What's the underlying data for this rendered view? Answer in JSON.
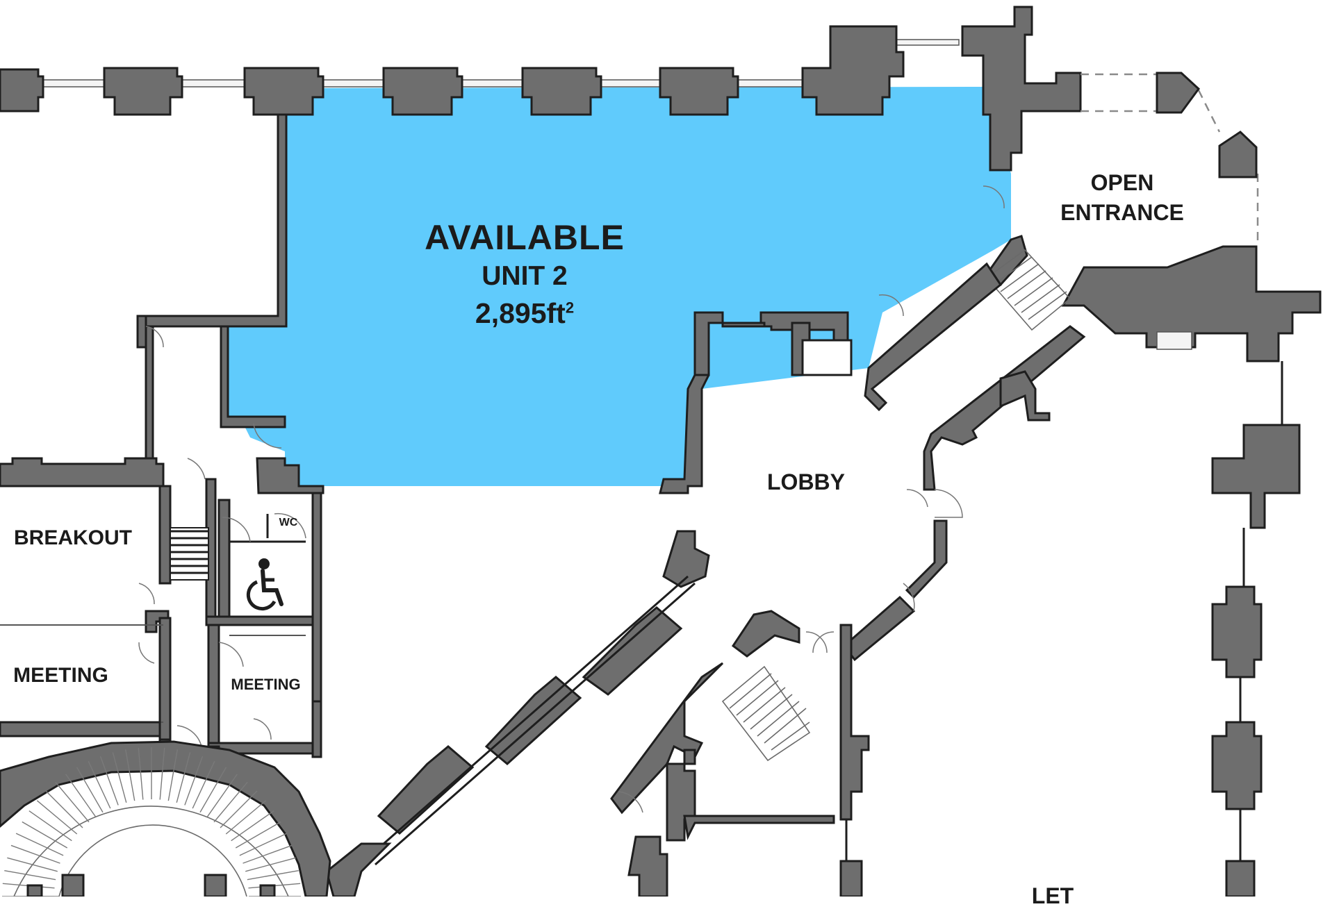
{
  "colors": {
    "available": "#60cbfc",
    "wall": "#6e6e6e",
    "outline": "#1e1e1e"
  },
  "unit": {
    "status": "AVAILABLE",
    "name": "UNIT 2",
    "area": "2,895ft",
    "area_unit_sup": "2"
  },
  "rooms": {
    "open_entrance_1": "OPEN",
    "open_entrance_2": "ENTRANCE",
    "lobby": "LOBBY",
    "breakout": "BREAKOUT",
    "wc": "WC",
    "meeting_1": "MEETING",
    "meeting_2": "MEETING",
    "let_partial": "LET"
  },
  "icons": {
    "accessible_wc": "wheelchair-icon"
  }
}
